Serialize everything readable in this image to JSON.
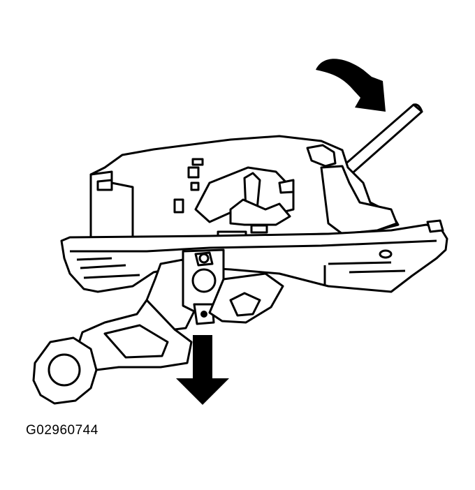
{
  "figure": {
    "id_label": "G02960744"
  },
  "diagram": {
    "subject": "shift-lever-assembly",
    "arrows": [
      {
        "name": "curved-rotation-arrow",
        "direction": "clockwise"
      },
      {
        "name": "down-arrow",
        "direction": "down"
      }
    ]
  },
  "colors": {
    "ink": "#000000",
    "paper": "#ffffff"
  }
}
